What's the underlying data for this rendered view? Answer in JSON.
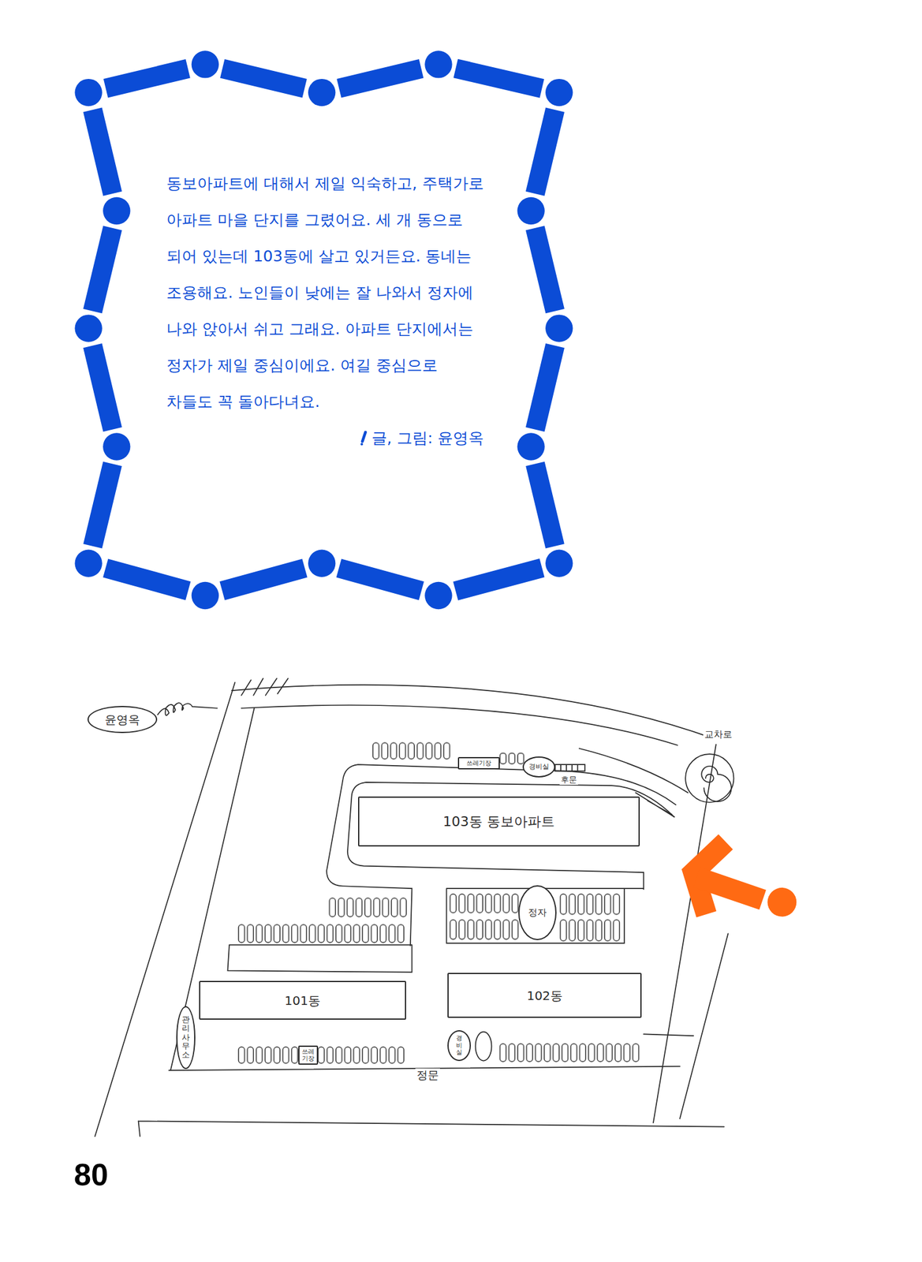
{
  "diagram": {
    "nodes": [
      {
        "text": [
          "동보아파트에 대해서 제일 익숙하고, 주택가로 아파트 마을 단지를 그렸어요. 세 개 동으로 되어 있는데 103동에 살고 있거든요. 동네는 조용해요. 노인들이 낮에는 잘 나와서 정자에 나와 앉아서 쉬고 그래요. 아파트 단지에서는 정자가 제일 중심이에요. 여길 중심으로 차들도 꼭 돌아다녀요.",
          "글, 그림: 윤영옥"
        ]
      },
      {
        "text": [
          "윤영옥"
        ]
      },
      {
        "text": [
          "쓰레기장"
        ]
      },
      {
        "text": [
          "경비실"
        ]
      },
      {
        "text": [
          "103동 동보아파트"
        ]
      },
      {
        "text": [
          "정자"
        ]
      },
      {
        "text": [
          "101동"
        ]
      },
      {
        "text": [
          "102동"
        ]
      },
      {
        "text": [
          "관리사무소"
        ]
      },
      {
        "text": [
          "쓰레기장"
        ]
      },
      {
        "text": [
          "경비실"
        ]
      }
    ],
    "labels": [
      "교차로",
      "후문",
      "정문",
      "80"
    ]
  }
}
